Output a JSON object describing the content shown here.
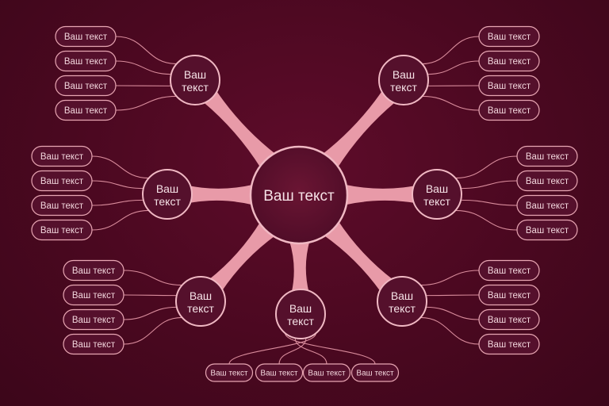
{
  "center": {
    "label": "Ваш текст"
  },
  "branches": [
    {
      "id": "top-left",
      "label_line1": "Ваш",
      "label_line2": "текст",
      "leaves": [
        "Ваш текст",
        "Ваш текст",
        "Ваш текст",
        "Ваш текст"
      ]
    },
    {
      "id": "top-right",
      "label_line1": "Ваш",
      "label_line2": "текст",
      "leaves": [
        "Ваш текст",
        "Ваш текст",
        "Ваш текст",
        "Ваш текст"
      ]
    },
    {
      "id": "middle-left",
      "label_line1": "Ваш",
      "label_line2": "текст",
      "leaves": [
        "Ваш текст",
        "Ваш текст",
        "Ваш текст",
        "Ваш текст"
      ]
    },
    {
      "id": "middle-right",
      "label_line1": "Ваш",
      "label_line2": "текст",
      "leaves": [
        "Ваш текст",
        "Ваш текст",
        "Ваш текст",
        "Ваш текст"
      ]
    },
    {
      "id": "bottom-left",
      "label_line1": "Ваш",
      "label_line2": "текст",
      "leaves": [
        "Ваш текст",
        "Ваш текст",
        "Ваш текст",
        "Ваш текст"
      ]
    },
    {
      "id": "bottom-right",
      "label_line1": "Ваш",
      "label_line2": "текст",
      "leaves": [
        "Ваш текст",
        "Ваш текст",
        "Ваш текст",
        "Ваш текст"
      ]
    },
    {
      "id": "bottom",
      "label_line1": "Ваш",
      "label_line2": "текст",
      "leaves": [
        "Ваш текст",
        "Ваш текст",
        "Ваш текст",
        "Ваш текст"
      ]
    }
  ],
  "colors": {
    "connector": "#e89aa8",
    "node_fill": "#55102c",
    "node_stroke": "#f0b8c3",
    "pill_stroke": "#e8a6b3",
    "thin_line": "#d98c9c"
  }
}
